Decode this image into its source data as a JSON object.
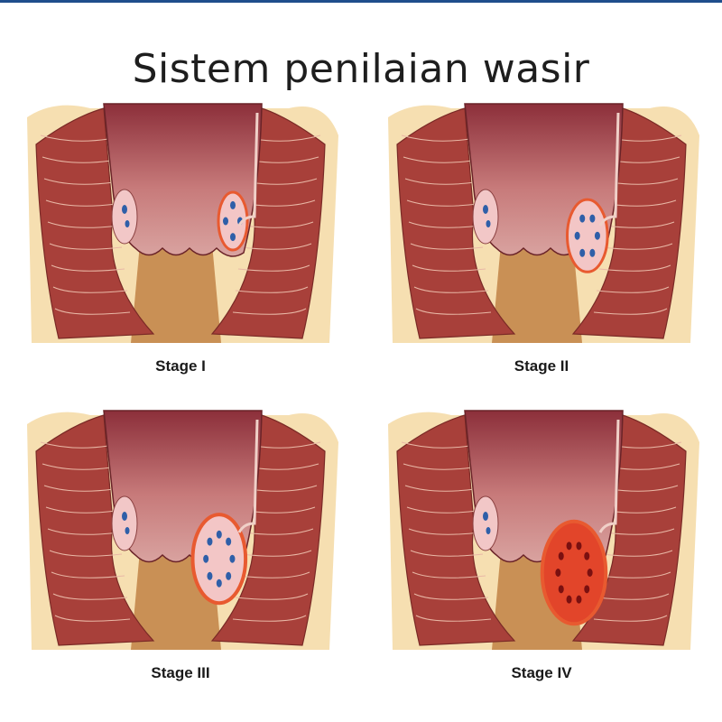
{
  "title": "Sistem penilaian wasir",
  "stages": [
    {
      "label": "Stage I",
      "severity": 1
    },
    {
      "label": "Stage II",
      "severity": 2
    },
    {
      "label": "Stage III",
      "severity": 3
    },
    {
      "label": "Stage IV",
      "severity": 4
    }
  ],
  "colors": {
    "rule": "#1f4e8c",
    "fat": "#f5d9a3",
    "muscle": "#a8403a",
    "muscle_line": "#e9b8a6",
    "lumen_top": "#8c2f3a",
    "lumen_mid": "#c77a7a",
    "anal_canal": "#c99055",
    "hemorrhoid": "#e85a30",
    "vein": "#2f5fa8"
  }
}
